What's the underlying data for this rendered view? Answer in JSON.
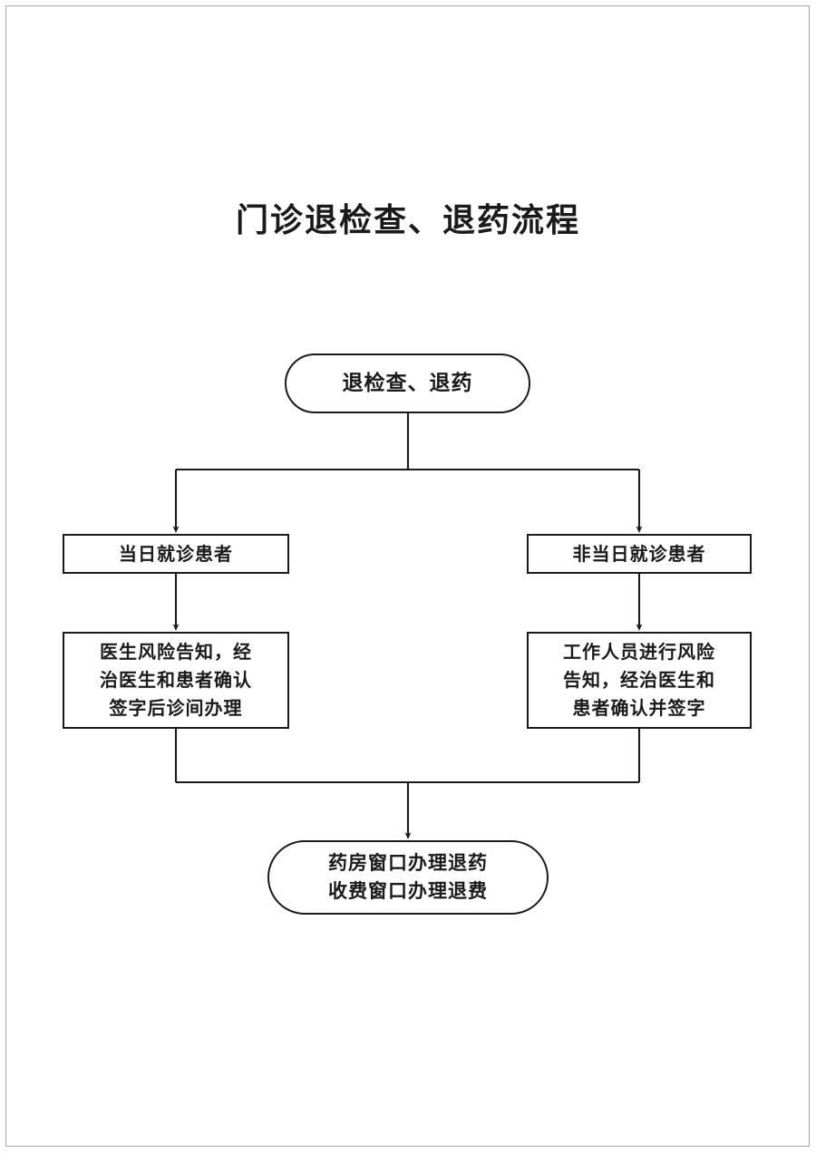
{
  "document": {
    "title": "门诊退检查、退药流程",
    "page_border_color": "#a6a6a6",
    "background_color": "#ffffff",
    "ink_color": "#1a1a1a"
  },
  "flowchart": {
    "type": "flowchart",
    "orientation": "top-to-bottom",
    "nodes": [
      {
        "id": "start",
        "shape": "terminator",
        "label": "退检查、退药"
      },
      {
        "id": "same-day",
        "shape": "process",
        "label": "当日就诊患者"
      },
      {
        "id": "other-day",
        "shape": "process",
        "label": "非当日就诊患者"
      },
      {
        "id": "doctor-risk",
        "shape": "process",
        "label": "医生风险告知，经\n治医生和患者确认\n签字后诊间办理"
      },
      {
        "id": "staff-risk",
        "shape": "process",
        "label": "工作人员进行风险\n告知，经治医生和\n患者确认并签字"
      },
      {
        "id": "end",
        "shape": "terminator",
        "label": "药房窗口办理退药\n收费窗口办理退费"
      }
    ],
    "edges": [
      {
        "from": "start",
        "to": "same-day",
        "label": ""
      },
      {
        "from": "start",
        "to": "other-day",
        "label": ""
      },
      {
        "from": "same-day",
        "to": "doctor-risk",
        "label": ""
      },
      {
        "from": "other-day",
        "to": "staff-risk",
        "label": ""
      },
      {
        "from": "doctor-risk",
        "to": "end",
        "label": ""
      },
      {
        "from": "staff-risk",
        "to": "end",
        "label": ""
      }
    ]
  }
}
